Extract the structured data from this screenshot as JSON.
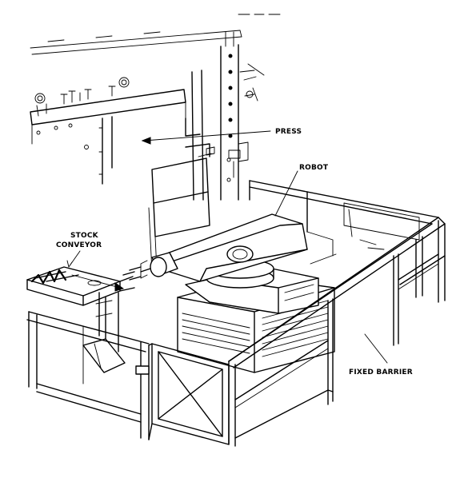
{
  "labels": {
    "press": "PRESS",
    "robot": "ROBOT",
    "stock_conveyor_line1": "STOCK",
    "stock_conveyor_line2": "CONVEYOR",
    "fixed_barrier": "FIXED BARRIER"
  },
  "colors": {
    "ink": "#000000",
    "paper": "#ffffff"
  }
}
